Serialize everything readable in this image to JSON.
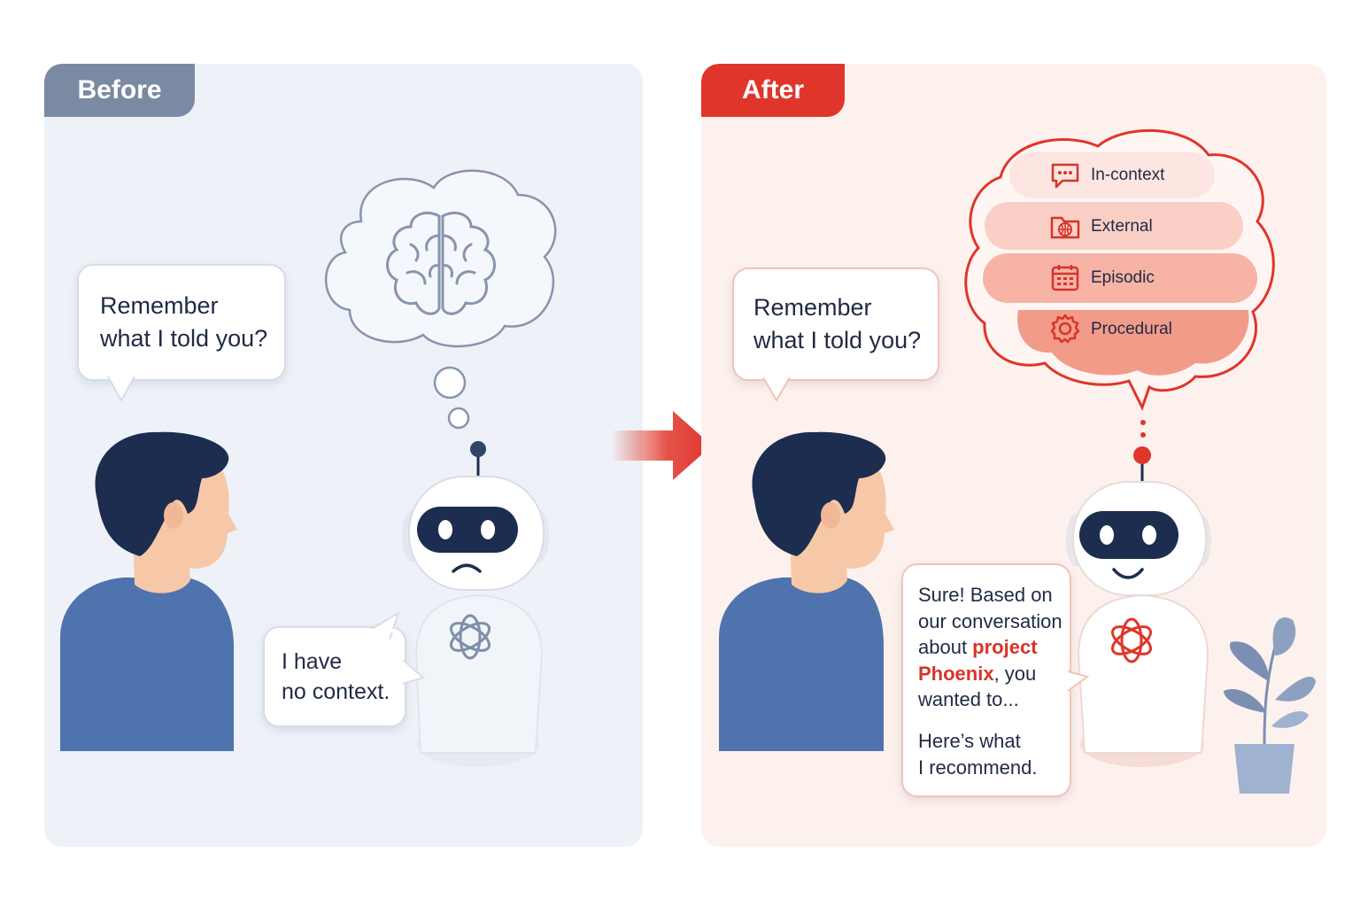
{
  "before": {
    "tab_label": "Before",
    "user_question": [
      "Remember",
      "what I told you?"
    ],
    "robot_reply": [
      "I have",
      "no context."
    ],
    "colors": {
      "panel_bg": "#eef2f8",
      "tab_bg": "#7b8aa3",
      "thought_stroke": "#8795ad"
    },
    "icons": {
      "thought": "brain-icon",
      "robot_logo": "knot-logo-icon"
    }
  },
  "transition": {
    "arrow_icon": "right-arrow-icon",
    "color": "#e0352b"
  },
  "after": {
    "tab_label": "After",
    "user_question": [
      "Remember",
      "what I told you?"
    ],
    "memory_layers": [
      {
        "label": "In-context",
        "icon": "chat-icon"
      },
      {
        "label": "External",
        "icon": "folder-globe-icon"
      },
      {
        "label": "Episodic",
        "icon": "calendar-icon"
      },
      {
        "label": "Procedural",
        "icon": "gear-icon"
      }
    ],
    "robot_reply": {
      "line1": "Sure! Based on",
      "line2": "our conversation",
      "line3_prefix": "about ",
      "line3_highlight": "project",
      "line4_highlight": "Phoenix",
      "line4_suffix": ", you",
      "line5": "wanted to...",
      "line6": "Here’s what",
      "line7": "I recommend."
    },
    "colors": {
      "panel_bg": "#fdf1ee",
      "tab_bg": "#e0352b",
      "accent": "#d6342a"
    },
    "icons": {
      "robot_logo": "knot-logo-icon",
      "plant": "plant-icon"
    }
  }
}
